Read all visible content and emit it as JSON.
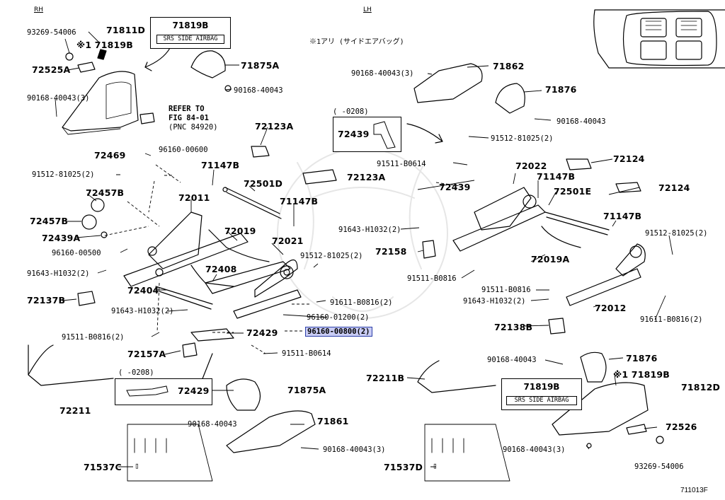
{
  "diagram": {
    "rh_label": "RH",
    "lh_label": "LH",
    "note": "※1アリ (サイドエアバッグ)",
    "figure_code": "711013F",
    "refer": [
      "REFER TO",
      "FIG 84-01",
      "(PNC 84920)"
    ],
    "airbag_rh": {
      "part": "71819B",
      "text": "SRS SIDE AIRBAG"
    },
    "airbag_lh": {
      "part": "71819B",
      "text": "SRS SIDE AIRBAG"
    },
    "box_0208_a": {
      "date": "(   -0208)",
      "part": "72439"
    },
    "box_0208_b": {
      "date": "(   -0208)",
      "part": "72429"
    },
    "highlighted_part": "96160-00800(2)",
    "parts": {
      "p01": "93269-54006",
      "p02": "71811D",
      "p03": "※1 71819B",
      "p04": "72525A",
      "p05": "90168-40043(3)",
      "p06": "71875A",
      "p07": "90168-40043",
      "p08": "72123A",
      "p09": "72469",
      "p10": "96160-00600",
      "p11": "91512-81025(2)",
      "p12": "71147B",
      "p13": "72457B",
      "p14": "72501D",
      "p15": "72123A",
      "p16": "71147B",
      "p17": "72011",
      "p18": "72457B",
      "p19": "72439A",
      "p20": "72019",
      "p21": "72021",
      "p22": "96160-00500",
      "p23": "91643-H1032(2)",
      "p24": "72408",
      "p25": "91512-81025(2)",
      "p26": "72404",
      "p27": "72137B",
      "p28": "91611-B0816(2)",
      "p29": "91643-H1032(2)",
      "p30": "96160-01200(2)",
      "p31": "72429",
      "p32": "91511-B0816(2)",
      "p33": "72157A",
      "p34": "91511-B0614",
      "p35": "72211",
      "p36": "71875A",
      "p37": "90168-40043",
      "p38": "71861",
      "p39": "90168-40043(3)",
      "p40": "71537C",
      "p41": "90168-40043(3)",
      "p42": "71862",
      "p43": "71876",
      "p44": "90168-40043",
      "p45": "91512-81025(2)",
      "p46": "72124",
      "p47": "91511-B0614",
      "p48": "72022",
      "p49": "72439",
      "p50": "71147B",
      "p51": "72501E",
      "p52": "72124",
      "p53": "71147B",
      "p54": "91643-H1032(2)",
      "p55": "72158",
      "p56": "91512-81025(2)",
      "p57": "72019A",
      "p58": "91511-B0816",
      "p59": "91511-B0816",
      "p60": "91643-H1032(2)",
      "p61": "72012",
      "p62": "91611-B0816(2)",
      "p63": "72138B",
      "p64": "90168-40043",
      "p65": "71876",
      "p66": "※1 71819B",
      "p67": "71812D",
      "p68": "72211B",
      "p69": "72526",
      "p70": "90168-40043(3)",
      "p71": "93269-54006",
      "p72": "71537D"
    }
  }
}
